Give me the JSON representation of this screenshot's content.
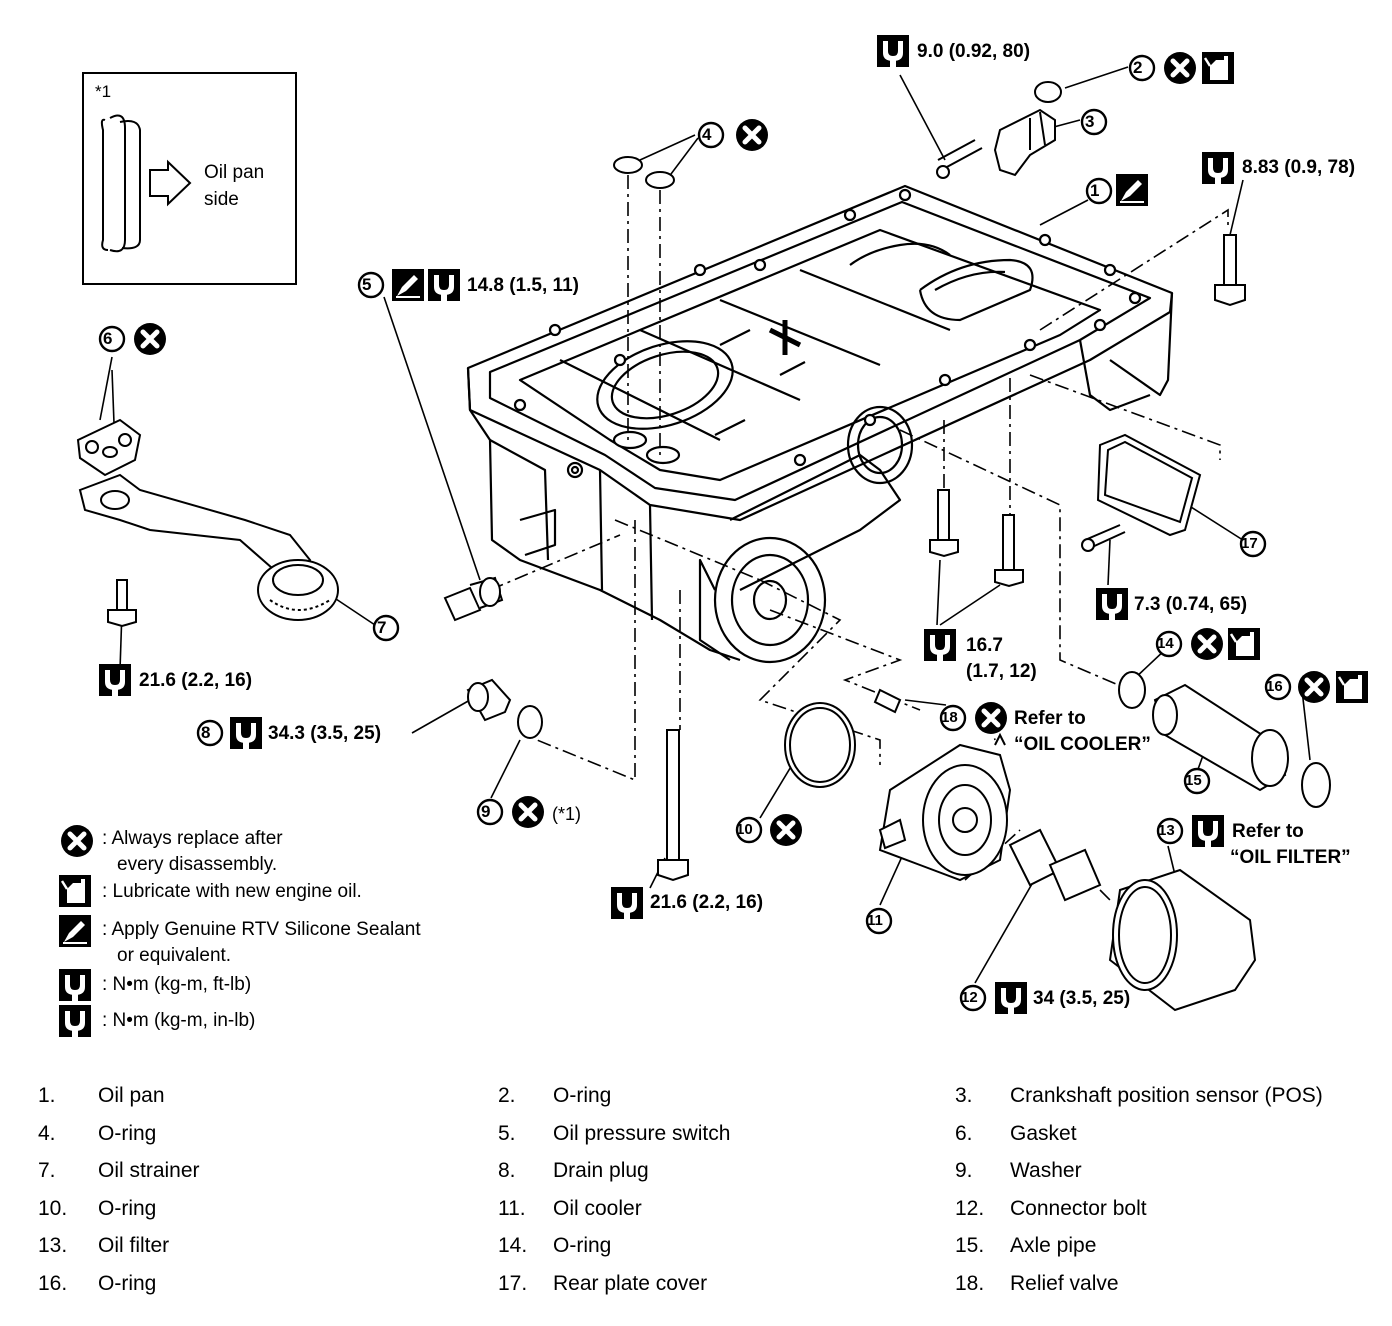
{
  "inset": {
    "ref": "*1",
    "text_line1": "Oil pan",
    "text_line2": "side"
  },
  "torque_labels": [
    {
      "id": "t9",
      "text": "9.0 (0.92, 80)"
    },
    {
      "id": "t883",
      "text": "8.83 (0.9, 78)"
    },
    {
      "id": "t148",
      "text": "14.8 (1.5, 11)"
    },
    {
      "id": "t216a",
      "text": "21.6 (2.2, 16)"
    },
    {
      "id": "t343",
      "text": "34.3 (3.5, 25)"
    },
    {
      "id": "t167a",
      "text": "16.7"
    },
    {
      "id": "t167b",
      "text": "(1.7, 12)"
    },
    {
      "id": "t73",
      "text": "7.3 (0.74, 65)"
    },
    {
      "id": "t216b",
      "text": "21.6 (2.2, 16)"
    },
    {
      "id": "t34",
      "text": "34 (3.5, 25)"
    }
  ],
  "callout_notes": {
    "washer_ref": "(*1)",
    "relief_refer": "Refer to",
    "relief_target": "“OIL COOLER”",
    "filter_refer": "Refer to",
    "filter_target": "“OIL FILTER”"
  },
  "part_numbers": [
    "1",
    "2",
    "3",
    "4",
    "5",
    "6",
    "7",
    "8",
    "9",
    "10",
    "11",
    "12",
    "13",
    "14",
    "15",
    "16",
    "17",
    "18"
  ],
  "legend": {
    "replace_1": ": Always replace after",
    "replace_2": "every disassembly.",
    "lubricate": ": Lubricate with new engine oil.",
    "sealant_1": ": Apply Genuine RTV Silicone Sealant",
    "sealant_2": "or equivalent.",
    "torque_ft": ": N•m (kg-m, ft-lb)",
    "torque_in": ": N•m (kg-m, in-lb)"
  },
  "parts_table": [
    {
      "num": "1.",
      "name": "Oil pan"
    },
    {
      "num": "2.",
      "name": "O-ring"
    },
    {
      "num": "3.",
      "name": "Crankshaft position sensor (POS)"
    },
    {
      "num": "4.",
      "name": "O-ring"
    },
    {
      "num": "5.",
      "name": "Oil pressure switch"
    },
    {
      "num": "6.",
      "name": "Gasket"
    },
    {
      "num": "7.",
      "name": "Oil strainer"
    },
    {
      "num": "8.",
      "name": "Drain plug"
    },
    {
      "num": "9.",
      "name": "Washer"
    },
    {
      "num": "10.",
      "name": "O-ring"
    },
    {
      "num": "11.",
      "name": "Oil cooler"
    },
    {
      "num": "12.",
      "name": "Connector bolt"
    },
    {
      "num": "13.",
      "name": "Oil filter"
    },
    {
      "num": "14.",
      "name": "O-ring"
    },
    {
      "num": "15.",
      "name": "Axle pipe"
    },
    {
      "num": "16.",
      "name": "O-ring"
    },
    {
      "num": "17.",
      "name": "Rear plate cover"
    },
    {
      "num": "18.",
      "name": "Relief valve"
    }
  ]
}
